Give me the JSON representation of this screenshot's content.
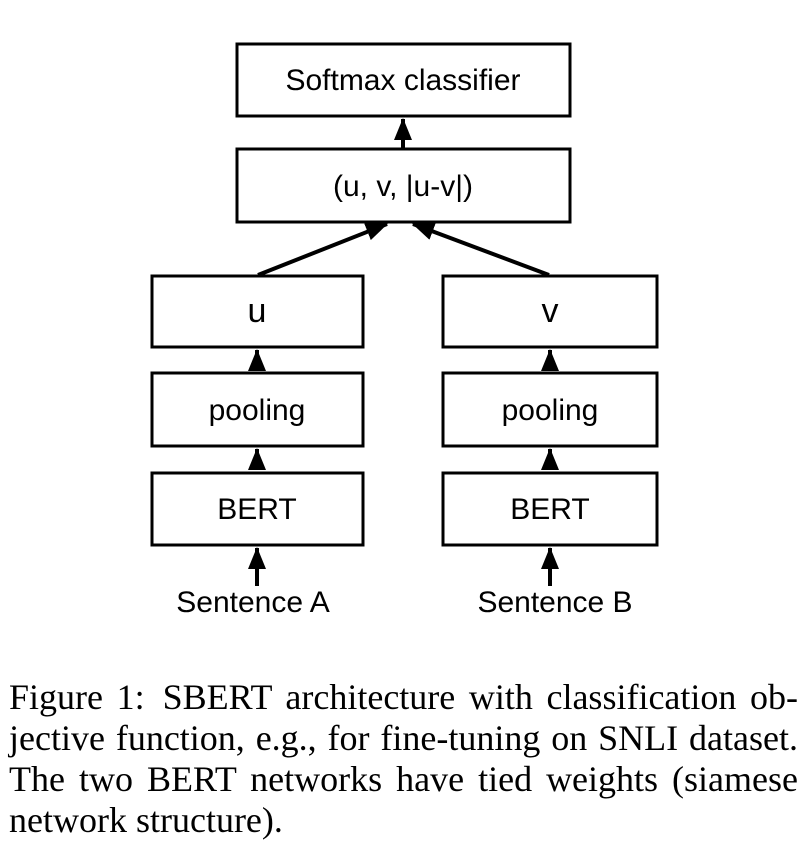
{
  "diagram": {
    "colors": {
      "stroke": "#000000",
      "box_fill": "#ffffff",
      "text": "#000000",
      "background": "#ffffff"
    },
    "boxes": [
      {
        "id": "softmax",
        "label": "Softmax classifier"
      },
      {
        "id": "concat",
        "label": "(u, v, |u-v|)"
      },
      {
        "id": "u",
        "label": "u"
      },
      {
        "id": "v",
        "label": "v"
      },
      {
        "id": "pooling-left",
        "label": "pooling"
      },
      {
        "id": "pooling-right",
        "label": "pooling"
      },
      {
        "id": "bert-left",
        "label": "BERT"
      },
      {
        "id": "bert-right",
        "label": "BERT"
      }
    ],
    "input_labels": [
      {
        "id": "sentence-a",
        "label": "Sentence A"
      },
      {
        "id": "sentence-b",
        "label": "Sentence B"
      }
    ]
  },
  "caption": {
    "lines": [
      "Figure 1: SBERT architecture with classification ob-",
      "jective function, e.g., for fine-tuning on SNLI dataset.",
      "The two BERT networks have tied weights (siamese",
      "network structure)."
    ],
    "full_text": "Figure 1: SBERT architecture with classification objective function, e.g., for fine-tuning on SNLI dataset. The two BERT networks have tied weights (siamese network structure)."
  }
}
